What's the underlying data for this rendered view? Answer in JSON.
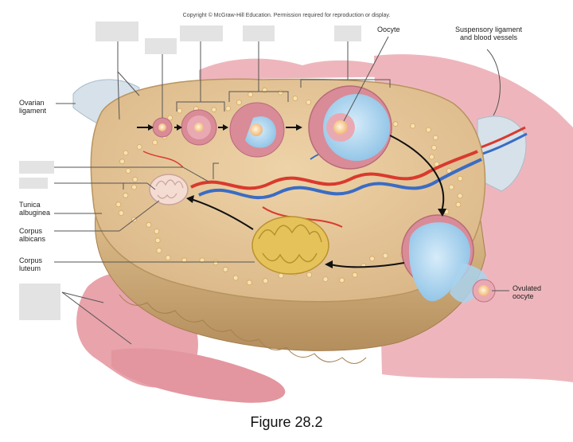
{
  "copyright": "Copyright © McGraw-Hill Education. Permission required for reproduction or display.",
  "caption": "Figure 28.2",
  "labels": {
    "oocyte": "Oocyte",
    "suspensory_line1": "Suspensory ligament",
    "suspensory_line2": "and blood vessels",
    "ovarian_line1": "Ovarian",
    "ovarian_line2": "ligament",
    "tunica_line1": "Tunica",
    "tunica_line2": "albuginea",
    "albicans_line1": "Corpus",
    "albicans_line2": "albicans",
    "luteum_line1": "Corpus",
    "luteum_line2": "luteum",
    "ovulated_line1": "Ovulated",
    "ovulated_line2": "oocyte"
  },
  "colors": {
    "stroma": "#e6c79a",
    "cortex_rim": "#c9a776",
    "tissue_pink": "#e8a3ab",
    "follicle_pink": "#d98b98",
    "antrum_blue": "#a9d3ee",
    "corpus_luteum": "#e6c35a",
    "corpus_albicans": "#f4dcd2",
    "artery": "#d93a2e",
    "vein": "#3a6cc4",
    "ligament": "#d6e1ea"
  },
  "blank_label_boxes": 8
}
